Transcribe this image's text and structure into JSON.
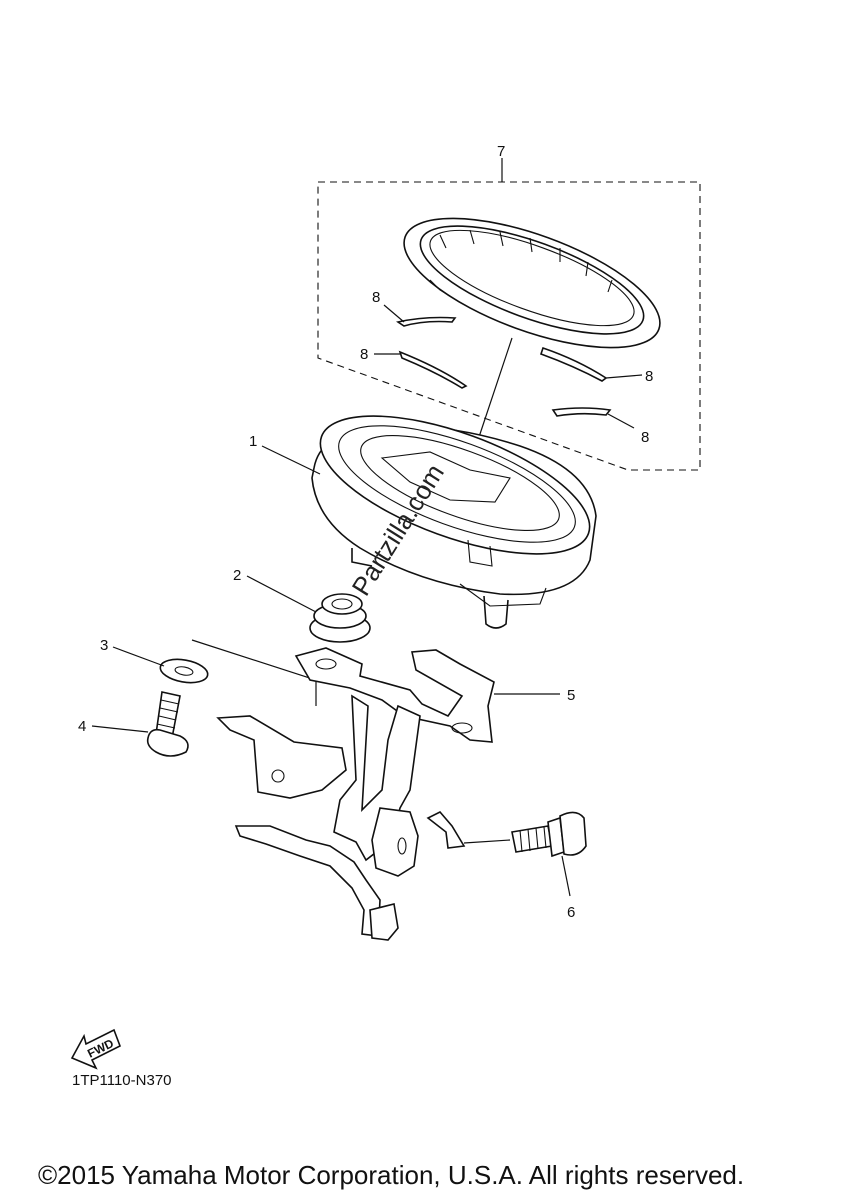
{
  "diagram": {
    "callouts": {
      "bezel_assembly": "7",
      "lens_clip_top_left": "8",
      "lens_clip_mid_left": "8",
      "lens_clip_mid_right": "8",
      "lens_clip_bottom_right": "8",
      "meter_assembly": "1",
      "grommet": "2",
      "washer": "3",
      "screw": "4",
      "bracket": "5",
      "flange_bolt": "6"
    },
    "watermark": "© Partzilla.com",
    "fwd_label": "FWD",
    "diagram_code": "1TP1110-N370"
  },
  "footer": {
    "copyright": "©2015 Yamaha Motor Corporation, U.S.A. All rights reserved."
  }
}
